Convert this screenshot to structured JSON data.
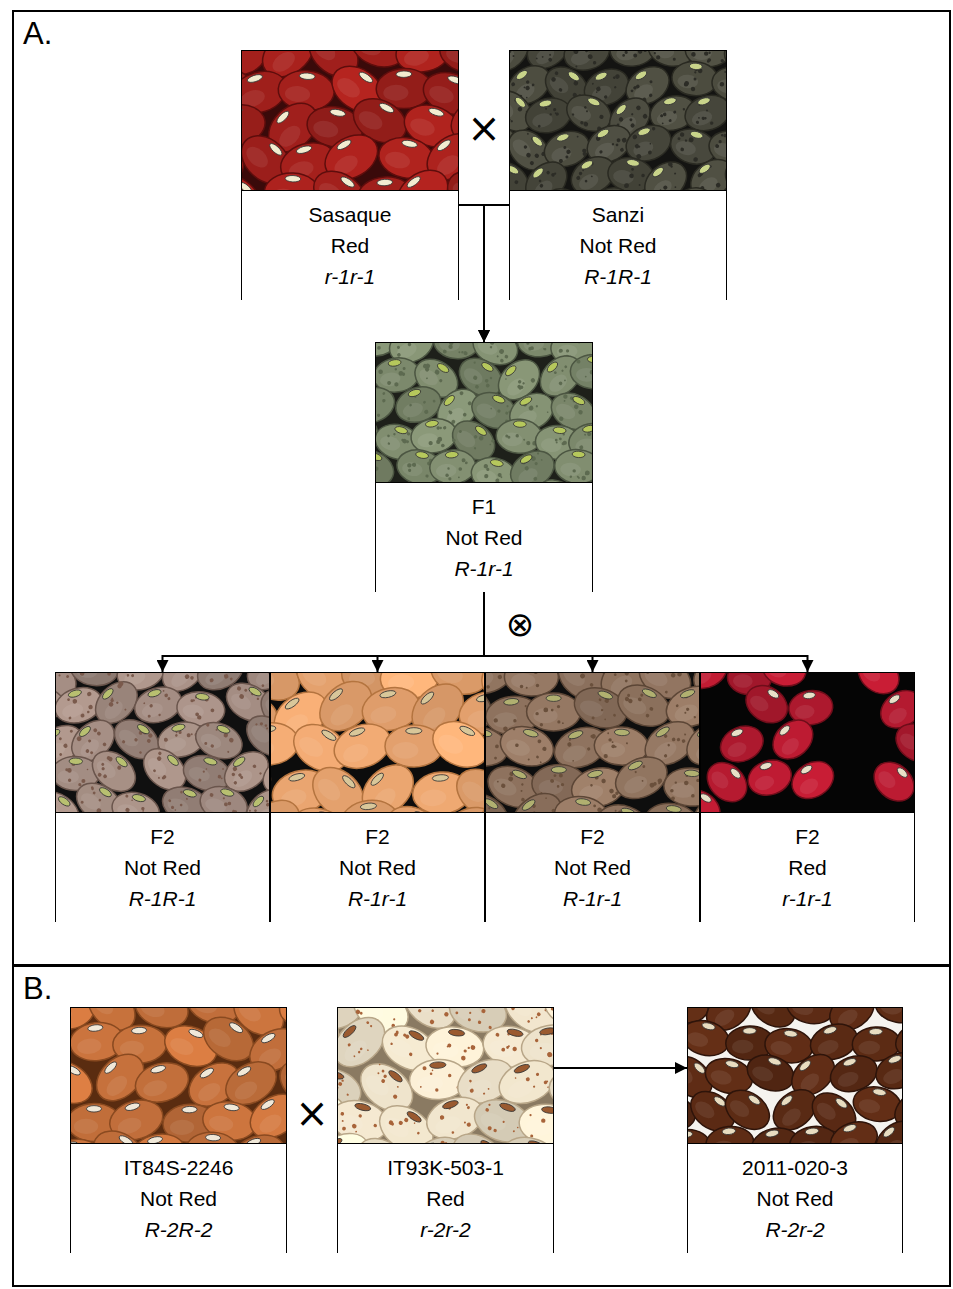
{
  "diagram": {
    "nodes": [
      {
        "text": [
          "A."
        ]
      },
      {
        "text": [
          "Sasaque",
          "Red",
          "r-1r-1"
        ],
        "in": 0
      },
      {
        "text": [
          "Sanzi",
          "Not Red",
          "R-1R-1"
        ],
        "in": 0
      },
      {
        "text": [
          "F1",
          "Not Red",
          "R-1r-1"
        ],
        "in": 0
      },
      {
        "text": [
          "F2",
          "Not Red",
          "R-1R-1"
        ],
        "in": 0
      },
      {
        "text": [
          "F2",
          "Not Red",
          "R-1r-1"
        ],
        "in": 0
      },
      {
        "text": [
          "F2",
          "Not Red",
          "R-1r-1"
        ],
        "in": 0
      },
      {
        "text": [
          "F2",
          "Red",
          "r-1r-1"
        ],
        "in": 0
      },
      {
        "text": [
          "B."
        ]
      },
      {
        "text": [
          "IT84S-2246",
          "Not Red",
          "R-2R-2"
        ],
        "in": 8
      },
      {
        "text": [
          "IT93K-503-1",
          "Red",
          "r-2r-2"
        ],
        "in": 8
      },
      {
        "text": [
          "2011-020-3",
          "Not Red",
          "R-2r-2"
        ],
        "in": 8
      }
    ],
    "edges": [
      {
        "from": 1,
        "to": 3,
        "arrow": "to"
      },
      {
        "from": 2,
        "to": 3,
        "arrow": "to"
      },
      {
        "from": 3,
        "to": 4,
        "arrow": "to"
      },
      {
        "from": 3,
        "to": 5,
        "arrow": "to"
      },
      {
        "from": 3,
        "to": 6,
        "arrow": "to"
      },
      {
        "from": 3,
        "to": 7,
        "arrow": "to"
      },
      {
        "from": 10,
        "to": 11,
        "arrow": "to"
      }
    ],
    "labels": [
      "×",
      "⊗",
      "×"
    ]
  }
}
